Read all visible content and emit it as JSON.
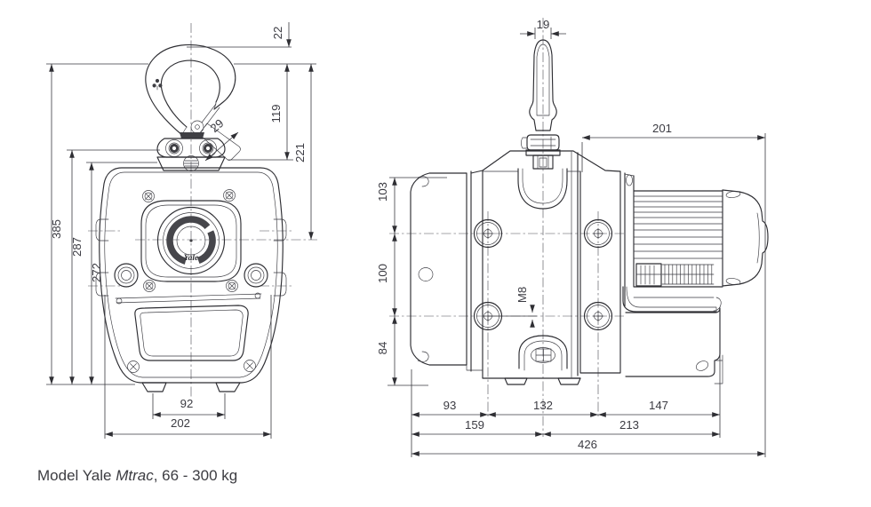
{
  "caption": {
    "prefix": "Model Yale ",
    "model": "Mtrac",
    "suffix": ", 66 - 300 kg"
  },
  "front_view": {
    "logo": "Yale",
    "dims": {
      "hook_tip_offset": "22",
      "hook_height": "119",
      "hook_to_center": "221",
      "latch_width": "29",
      "overall_height": "385",
      "mid_height": "287",
      "body_height": "272",
      "feet_spacing": "92",
      "body_width": "202"
    }
  },
  "side_view": {
    "dims": {
      "eye_width": "19",
      "motor_length": "201",
      "upper_height": "103",
      "wheel_spacing_vertical": "100",
      "lower_height": "84",
      "thread_size": "M8",
      "left_span": "93",
      "wheel_spacing_horizontal": "132",
      "right_span": "147",
      "left_total": "159",
      "right_total": "213",
      "overall_length": "426"
    }
  }
}
